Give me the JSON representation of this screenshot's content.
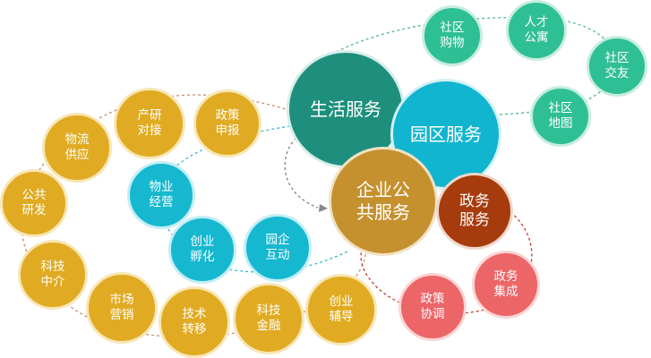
{
  "colors": {
    "gold": "#e0ab22",
    "green": "#2fbf94",
    "cyan": "#16b8cf",
    "salmon": "#ec6567",
    "teal": "#1f8f7d",
    "cyan_big": "#12b5cf",
    "bronze": "#c5912e",
    "rust": "#a63b0d"
  },
  "hubs": {
    "living": "生活服务",
    "park": "园区服务",
    "enterprise": "企业公\n共服务",
    "government": "政务\n服务"
  },
  "living_services": {
    "shopping": "社区\n购物",
    "apartment": "人才\n公寓",
    "social": "社区\n交友",
    "map": "社区\n地图"
  },
  "park_services": {
    "property": "物业\n经营",
    "incubation": "创业\n孵化",
    "interaction": "园企\n互动"
  },
  "government_services": {
    "integration": "政务\n集成",
    "coordination": "政策\n协调"
  },
  "enterprise_services": {
    "policy_filing": "政策\n申报",
    "industry_research": "产研\n对接",
    "logistics": "物流\n供应",
    "joint_rd": "公共\n研发",
    "tech_agency": "科技\n中介",
    "marketing": "市场\n营销",
    "tech_transfer": "技术\n转移",
    "tech_finance": "科技\n金融",
    "startup_coaching": "创业\n辅导"
  }
}
